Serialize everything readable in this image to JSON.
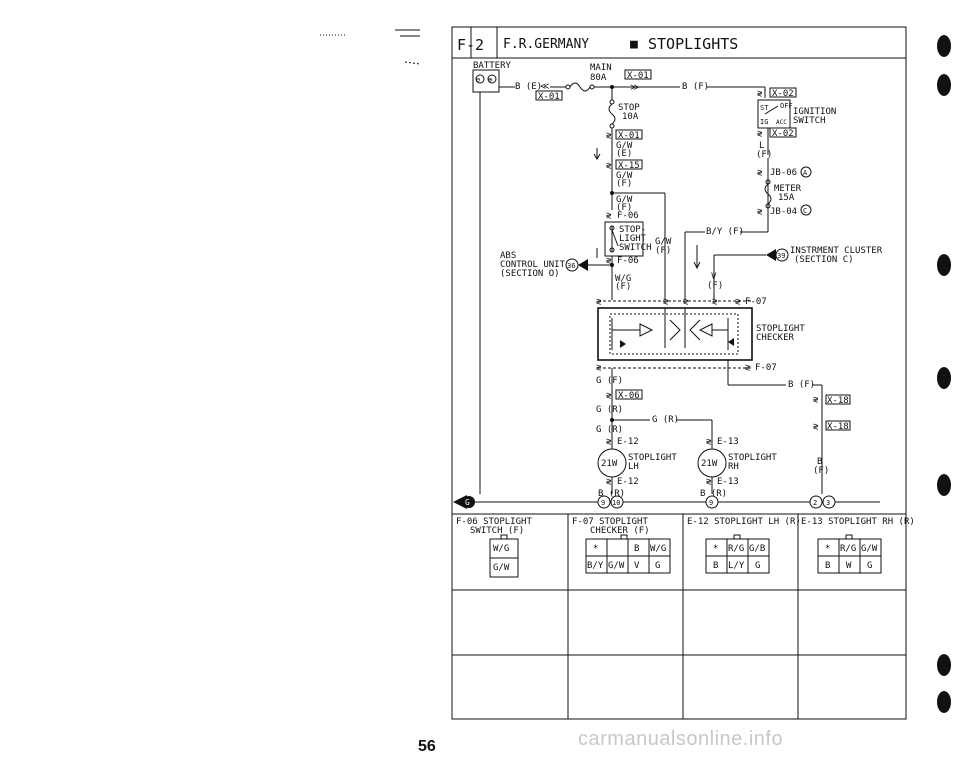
{
  "header": {
    "code": "F-2",
    "region": "F.R.GERMANY",
    "bullet": "■",
    "title": "STOPLIGHTS"
  },
  "battery": {
    "label": "BATTERY",
    "minus": "⊖",
    "plus": "⊕",
    "wire": "B (E)",
    "conn": "X-01"
  },
  "main_fuse": {
    "label1": "MAIN",
    "label2": "80A",
    "conn": "X-01",
    "wire": "B (F)"
  },
  "stop_fuse": {
    "label1": "STOP",
    "label2": "10A",
    "conn1": "X-01",
    "wire1a": "G/W",
    "wire1b": "(E)",
    "conn2": "X-15",
    "wire2a": "G/W",
    "wire2b": "(F)",
    "wire3a": "G/W",
    "wire3b": "(F)"
  },
  "ignition": {
    "conn_top": "X-02",
    "st": "ST",
    "off": "OFF",
    "ig": "IG",
    "acc": "ACC",
    "label1": "IGNITION",
    "label2": "SWITCH",
    "conn_bot": "X-02",
    "wire1": "L",
    "wire2": "(F)"
  },
  "meter": {
    "jb_top": "JB-06",
    "jb_top_mark": "A",
    "label1": "METER",
    "label2": "15A",
    "jb_bot": "JB-04",
    "jb_bot_mark": "C",
    "wire": "B/Y (F)"
  },
  "stop_switch": {
    "conn_top": "F-06",
    "label1": "STOP-",
    "label2": "LIGHT",
    "label3": "SWITCH",
    "conn_bot": "F-06",
    "wire_right1": "G/W",
    "wire_right2": "(F)",
    "wire_out1": "W/G",
    "wire_out2": "(F)"
  },
  "abs": {
    "line1": "ABS",
    "line2": "CONTROL UNIT",
    "node": "36",
    "line3": "(SECTION O)"
  },
  "cluster": {
    "node": "39",
    "line1": "INSTRMENT CLUSTER",
    "line2": "(SECTION C)",
    "wire1": "V",
    "wire2": "(F)"
  },
  "checker": {
    "conn_top": "F-07",
    "label1": "STOPLIGHT",
    "label2": "CHECKER",
    "conn_bot": "F-07"
  },
  "lower": {
    "g_f": "G (F)",
    "conn_x06": "X-06",
    "g_r1": "G (R)",
    "g_r2": "G (R)",
    "g_r3": "G (R)",
    "b_f": "B (F)",
    "conn_x18a": "X-18",
    "conn_x18b": "X-18",
    "b_right1": "B",
    "b_right2": "(F)",
    "lh_conn_top": "E-12",
    "lh_watt": "21W",
    "lh_label1": "STOPLIGHT",
    "lh_label2": "LH",
    "lh_conn_bot": "E-12",
    "lh_wire": "B (R)",
    "rh_conn_top": "E-13",
    "rh_watt": "21W",
    "rh_label1": "STOPLIGHT",
    "rh_label2": "RH",
    "rh_conn_bot": "E-13",
    "rh_wire": "B (R)",
    "ground_main": "G",
    "g9": "9",
    "g10": "10",
    "g9b": "9",
    "g2": "2",
    "g3": "3"
  },
  "connectors": [
    {
      "title1": "F-06 STOPLIGHT",
      "title2": "SWITCH (F)",
      "pins": [
        "W/G",
        "G/W"
      ]
    },
    {
      "title1": "F-07 STOPLIGHT",
      "title2": "CHECKER (F)",
      "row1": [
        "*",
        "",
        "B",
        "W/G"
      ],
      "row2": [
        "B/Y",
        "G/W",
        "V",
        "G"
      ]
    },
    {
      "title1": "E-12 STOPLIGHT LH (R)",
      "row1": [
        "*",
        "R/G",
        "G/B"
      ],
      "row2": [
        "B",
        "L/Y",
        "G"
      ]
    },
    {
      "title1": "E-13 STOPLIGHT RH (R)",
      "row1": [
        "*",
        "R/G",
        "G/W"
      ],
      "row2": [
        "B",
        "W",
        "G"
      ]
    }
  ],
  "page_number": "56",
  "watermark": "carmanualsonline.info"
}
